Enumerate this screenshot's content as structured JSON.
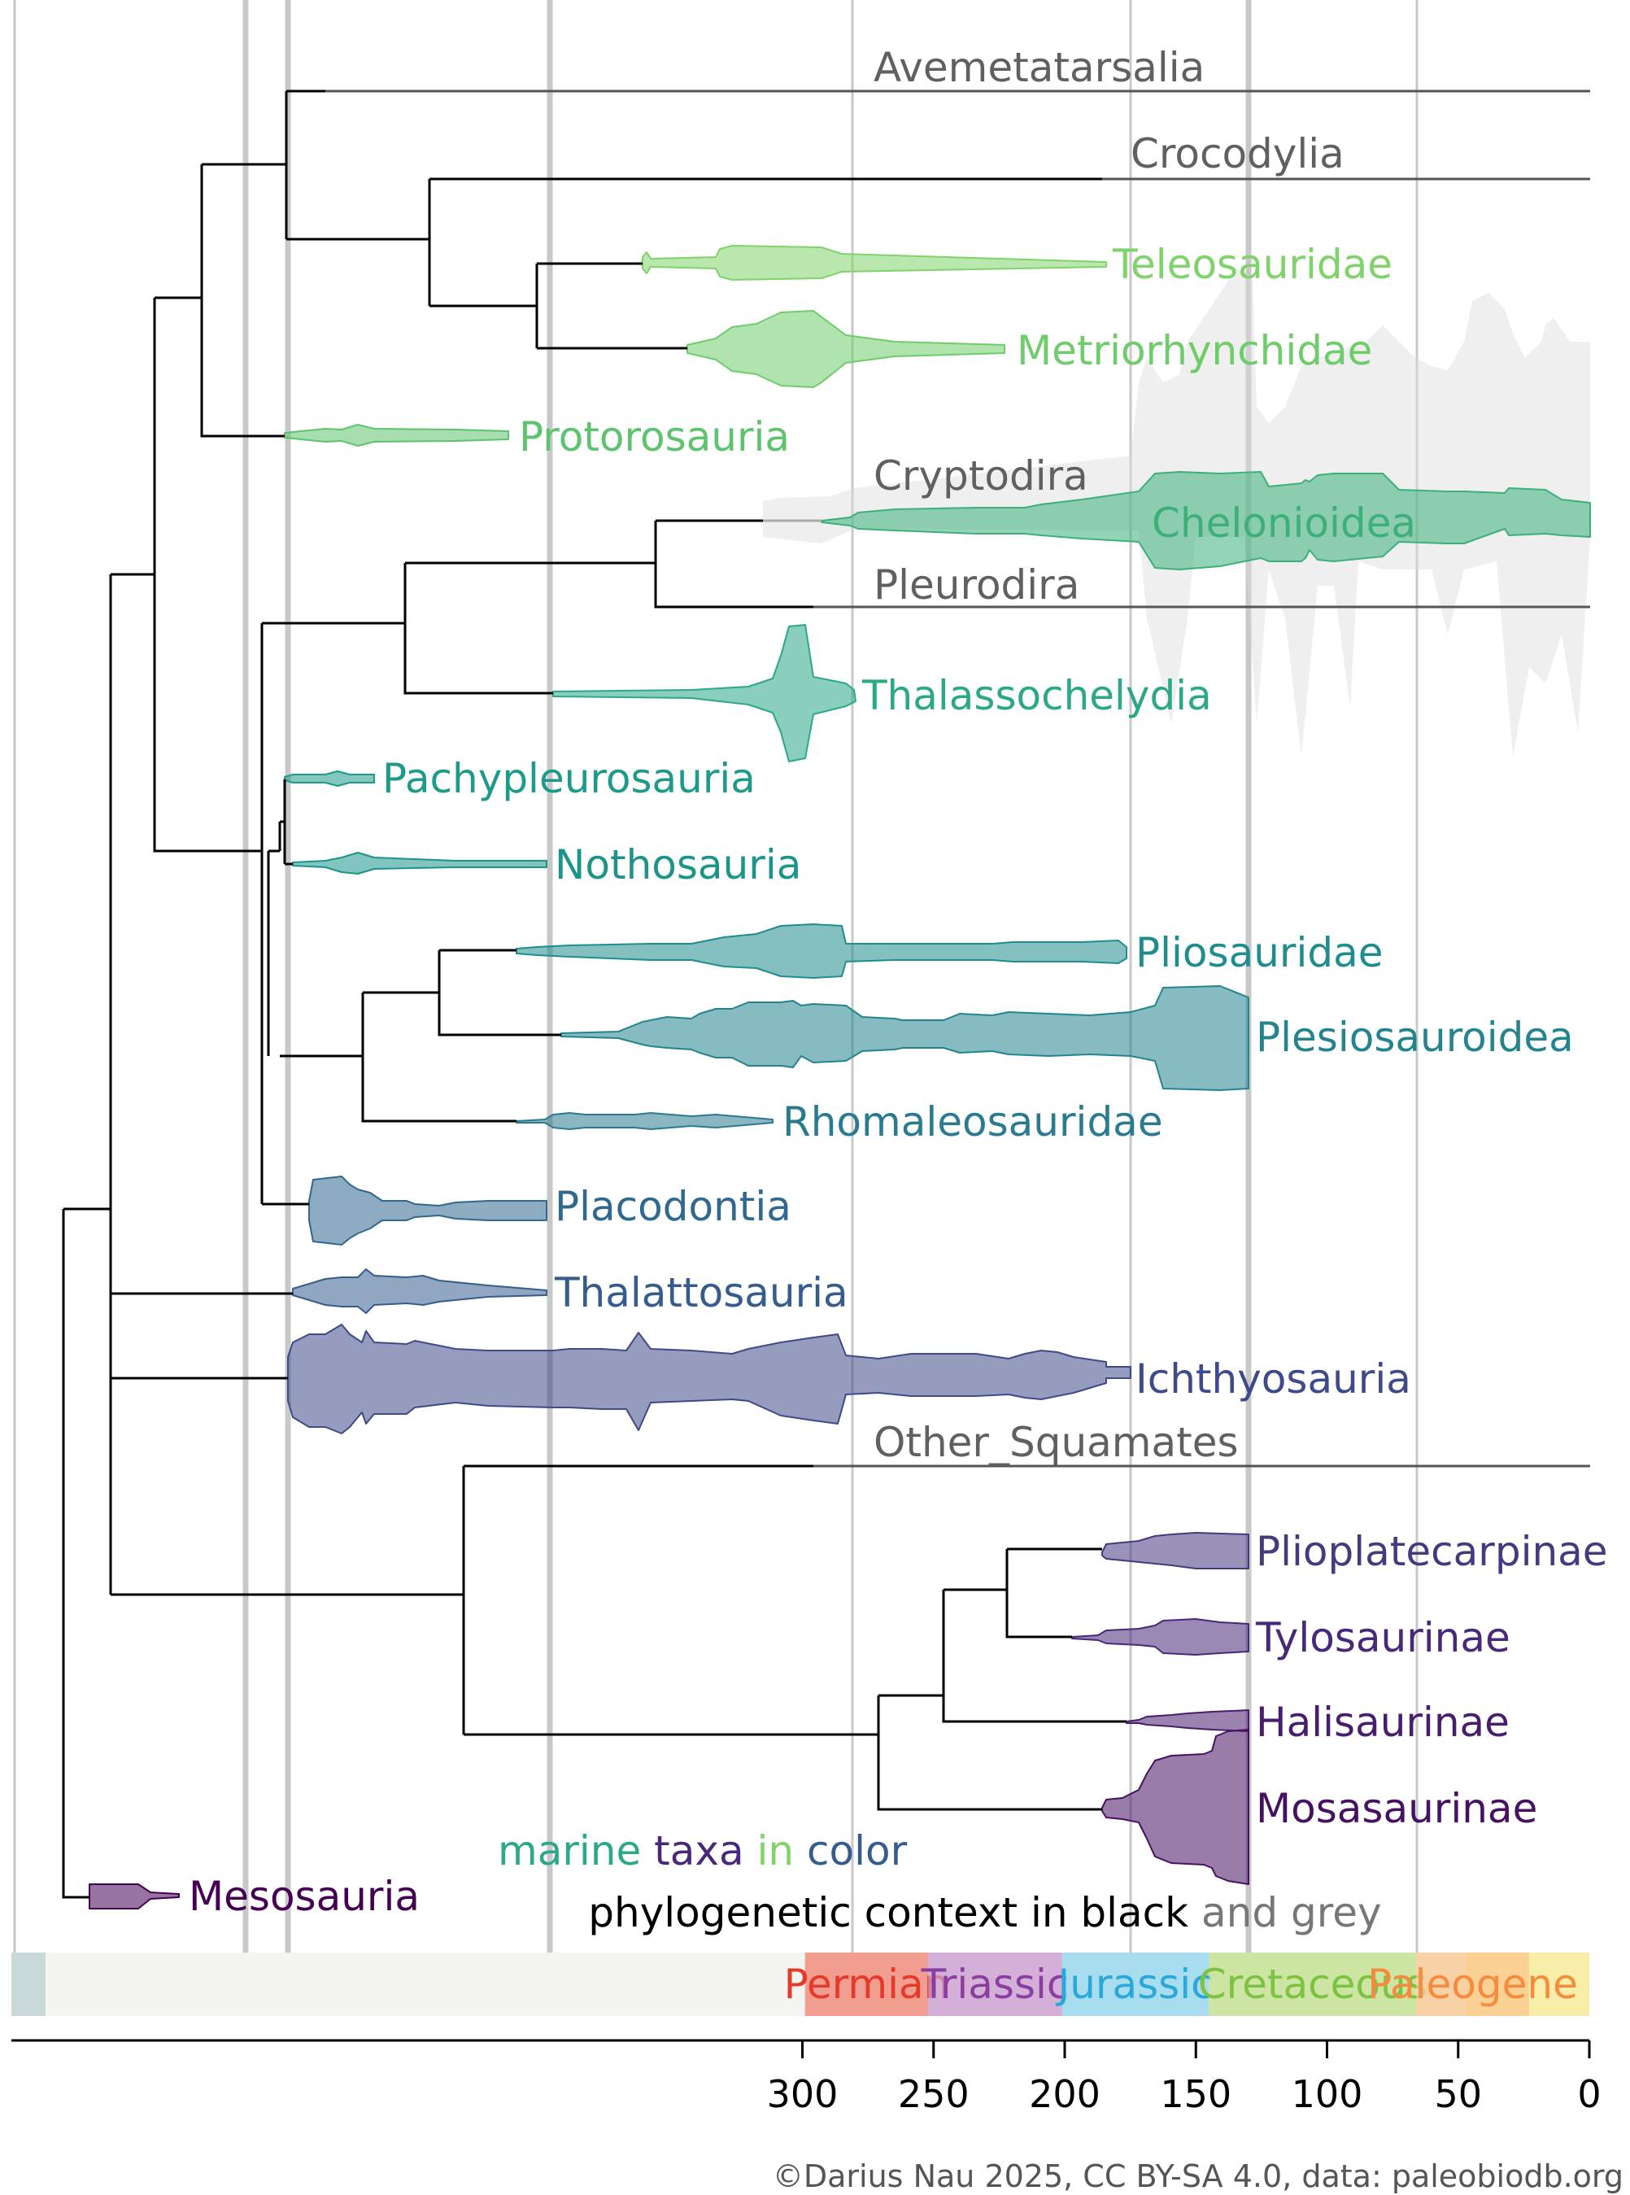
{
  "axis": {
    "ticks": [
      300,
      250,
      200,
      150,
      100,
      50,
      0
    ]
  },
  "periods": [
    {
      "name": "Permian",
      "start": 299,
      "end": 252,
      "color": "#f08070",
      "text_color": "#e53a2a"
    },
    {
      "name": "Triassic",
      "start": 252,
      "end": 201,
      "color": "#c99ad0",
      "text_color": "#8a3fa0"
    },
    {
      "name": "Jurassic",
      "start": 201,
      "end": 145,
      "color": "#8fd4ef",
      "text_color": "#2aa8d8"
    },
    {
      "name": "Cretaceous",
      "start": 145,
      "end": 66,
      "color": "#bfe08a",
      "text_color": "#7dc242"
    },
    {
      "name": "Paleogene",
      "start": 66,
      "end": 23,
      "color": "#fbc58d",
      "text_color": "#f58b3c"
    }
  ],
  "taxa": [
    {
      "name": "Avemetatarsalia",
      "color": "#606060",
      "marine": false
    },
    {
      "name": "Crocodylia",
      "color": "#606060",
      "marine": false
    },
    {
      "name": "Teleosauridae",
      "color": "#7fd36a",
      "marine": true
    },
    {
      "name": "Metriorhynchidae",
      "color": "#6fcc6a",
      "marine": true
    },
    {
      "name": "Protorosauria",
      "color": "#5ec36e",
      "marine": true
    },
    {
      "name": "Cryptodira",
      "color": "#606060",
      "marine": false
    },
    {
      "name": "Chelonioidea",
      "color": "#3db07a",
      "marine": true
    },
    {
      "name": "Pleurodira",
      "color": "#606060",
      "marine": false
    },
    {
      "name": "Thalassochelydia",
      "color": "#2aa887",
      "marine": true
    },
    {
      "name": "Pachypleurosauria",
      "color": "#1e9a88",
      "marine": true
    },
    {
      "name": "Nothosauria",
      "color": "#1c948a",
      "marine": true
    },
    {
      "name": "Pliosauridae",
      "color": "#1f8c8d",
      "marine": true
    },
    {
      "name": "Plesiosauroidea",
      "color": "#23848e",
      "marine": true
    },
    {
      "name": "Rhomaleosauridae",
      "color": "#2a7a90",
      "marine": true
    },
    {
      "name": "Placodontia",
      "color": "#31688e",
      "marine": true
    },
    {
      "name": "Thalattosauria",
      "color": "#365c8d",
      "marine": true
    },
    {
      "name": "Ichthyosauria",
      "color": "#3e4a89",
      "marine": true
    },
    {
      "name": "Other_Squamates",
      "color": "#606060",
      "marine": false
    },
    {
      "name": "Plioplatecarpinae",
      "color": "#47397e",
      "marine": true
    },
    {
      "name": "Tylosaurinae",
      "color": "#482878",
      "marine": true
    },
    {
      "name": "Halisaurinae",
      "color": "#481c6e",
      "marine": true
    },
    {
      "name": "Mosasaurinae",
      "color": "#471163",
      "marine": true
    },
    {
      "name": "Mesosauria",
      "color": "#440154",
      "marine": true
    }
  ],
  "legend": {
    "marine_parts": [
      {
        "text": "marine",
        "color": "#2aa887"
      },
      {
        "text": " taxa",
        "color": "#482878"
      },
      {
        "text": " in",
        "color": "#7fd36a"
      },
      {
        "text": " color",
        "color": "#365c8d"
      }
    ],
    "context_black": "phylogenetic context in black",
    "context_grey": " and grey",
    "grey_color": "#777777"
  },
  "credit": "©Darius Nau 2025, CC BY-SA 4.0, data: paleobiodb.org"
}
